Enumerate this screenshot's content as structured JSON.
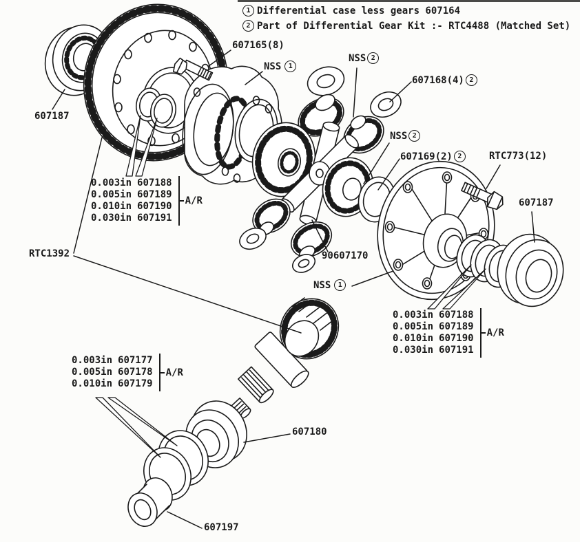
{
  "legend": {
    "items": [
      {
        "marker": "1",
        "text": "Differential case less gears 607164"
      },
      {
        "marker": "2",
        "text": "Part of Differential Gear Kit :- RTC4488 (Matched Set)"
      }
    ]
  },
  "callouts": {
    "crownwheel_bolt": {
      "text": "607165(8)"
    },
    "nss_case": {
      "text": "NSS",
      "marker": "1"
    },
    "nss_washer_top": {
      "text": "NSS",
      "marker": "2"
    },
    "thrust_washer": {
      "text": "607168(4)",
      "marker": "2"
    },
    "bearing_left": {
      "text": "607187"
    },
    "nss_washer_mid": {
      "text": "NSS",
      "marker": "2"
    },
    "diff_washer": {
      "text": "607169(2)",
      "marker": "2"
    },
    "cover_bolt": {
      "text": "RTC773(12)"
    },
    "bearing_right": {
      "text": "607187"
    },
    "crownwheel_pinion_set": {
      "text": "RTC1392"
    },
    "cross_shaft": {
      "text": "90607170"
    },
    "nss_cover": {
      "text": "NSS",
      "marker": "1"
    },
    "pinion_bearing": {
      "text": "607180"
    },
    "pinion_spacer": {
      "text": "607197"
    }
  },
  "shim_tables": {
    "crownwheel": {
      "note": "A/R",
      "rows": [
        {
          "size": "0.003in",
          "part": "607188"
        },
        {
          "size": "0.005in",
          "part": "607189"
        },
        {
          "size": "0.010in",
          "part": "607190"
        },
        {
          "size": "0.030in",
          "part": "607191"
        }
      ]
    },
    "cover": {
      "note": "A/R",
      "rows": [
        {
          "size": "0.003in",
          "part": "607188"
        },
        {
          "size": "0.005in",
          "part": "607189"
        },
        {
          "size": "0.010in",
          "part": "607190"
        },
        {
          "size": "0.030in",
          "part": "607191"
        }
      ]
    },
    "pinion": {
      "note": "A/R",
      "rows": [
        {
          "size": "0.003in",
          "part": "607177"
        },
        {
          "size": "0.005in",
          "part": "607178"
        },
        {
          "size": "0.010in",
          "part": "607179"
        }
      ]
    }
  },
  "colors": {
    "ink": "#1a1a1a",
    "paper": "#fcfcfa"
  }
}
